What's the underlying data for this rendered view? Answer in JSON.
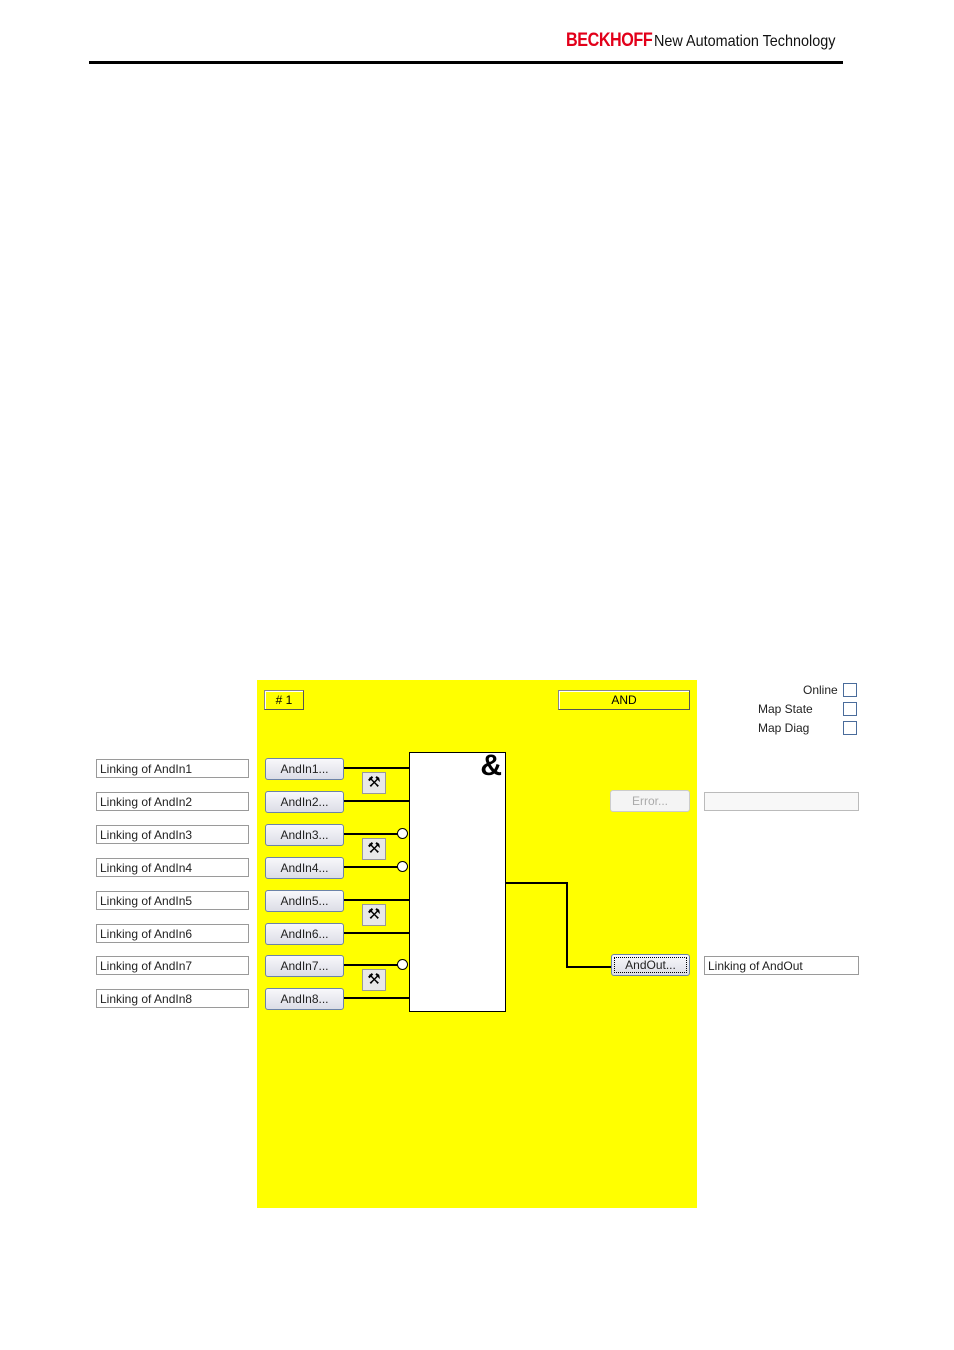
{
  "header": {
    "brand": "BECKHOFF",
    "tagline": "New Automation Technology"
  },
  "panel": {
    "number_label": "# 1",
    "function_label": "AND",
    "block_symbol": "&"
  },
  "status": {
    "online": "Online",
    "map_state": "Map State",
    "map_diag": "Map Diag"
  },
  "inputs": [
    {
      "link": "Linking of AndIn1",
      "button": "AndIn1...",
      "inverted": false
    },
    {
      "link": "Linking of AndIn2",
      "button": "AndIn2...",
      "inverted": false
    },
    {
      "link": "Linking of AndIn3",
      "button": "AndIn3...",
      "inverted": true
    },
    {
      "link": "Linking of AndIn4",
      "button": "AndIn4...",
      "inverted": true
    },
    {
      "link": "Linking of AndIn5",
      "button": "AndIn5...",
      "inverted": false
    },
    {
      "link": "Linking of AndIn6",
      "button": "AndIn6...",
      "inverted": false
    },
    {
      "link": "Linking of AndIn7",
      "button": "AndIn7...",
      "inverted": true
    },
    {
      "link": "Linking of AndIn8",
      "button": "AndIn8...",
      "inverted": false
    }
  ],
  "error": {
    "button": "Error...",
    "value": ""
  },
  "output": {
    "button": "AndOut...",
    "link": "Linking of AndOut"
  }
}
